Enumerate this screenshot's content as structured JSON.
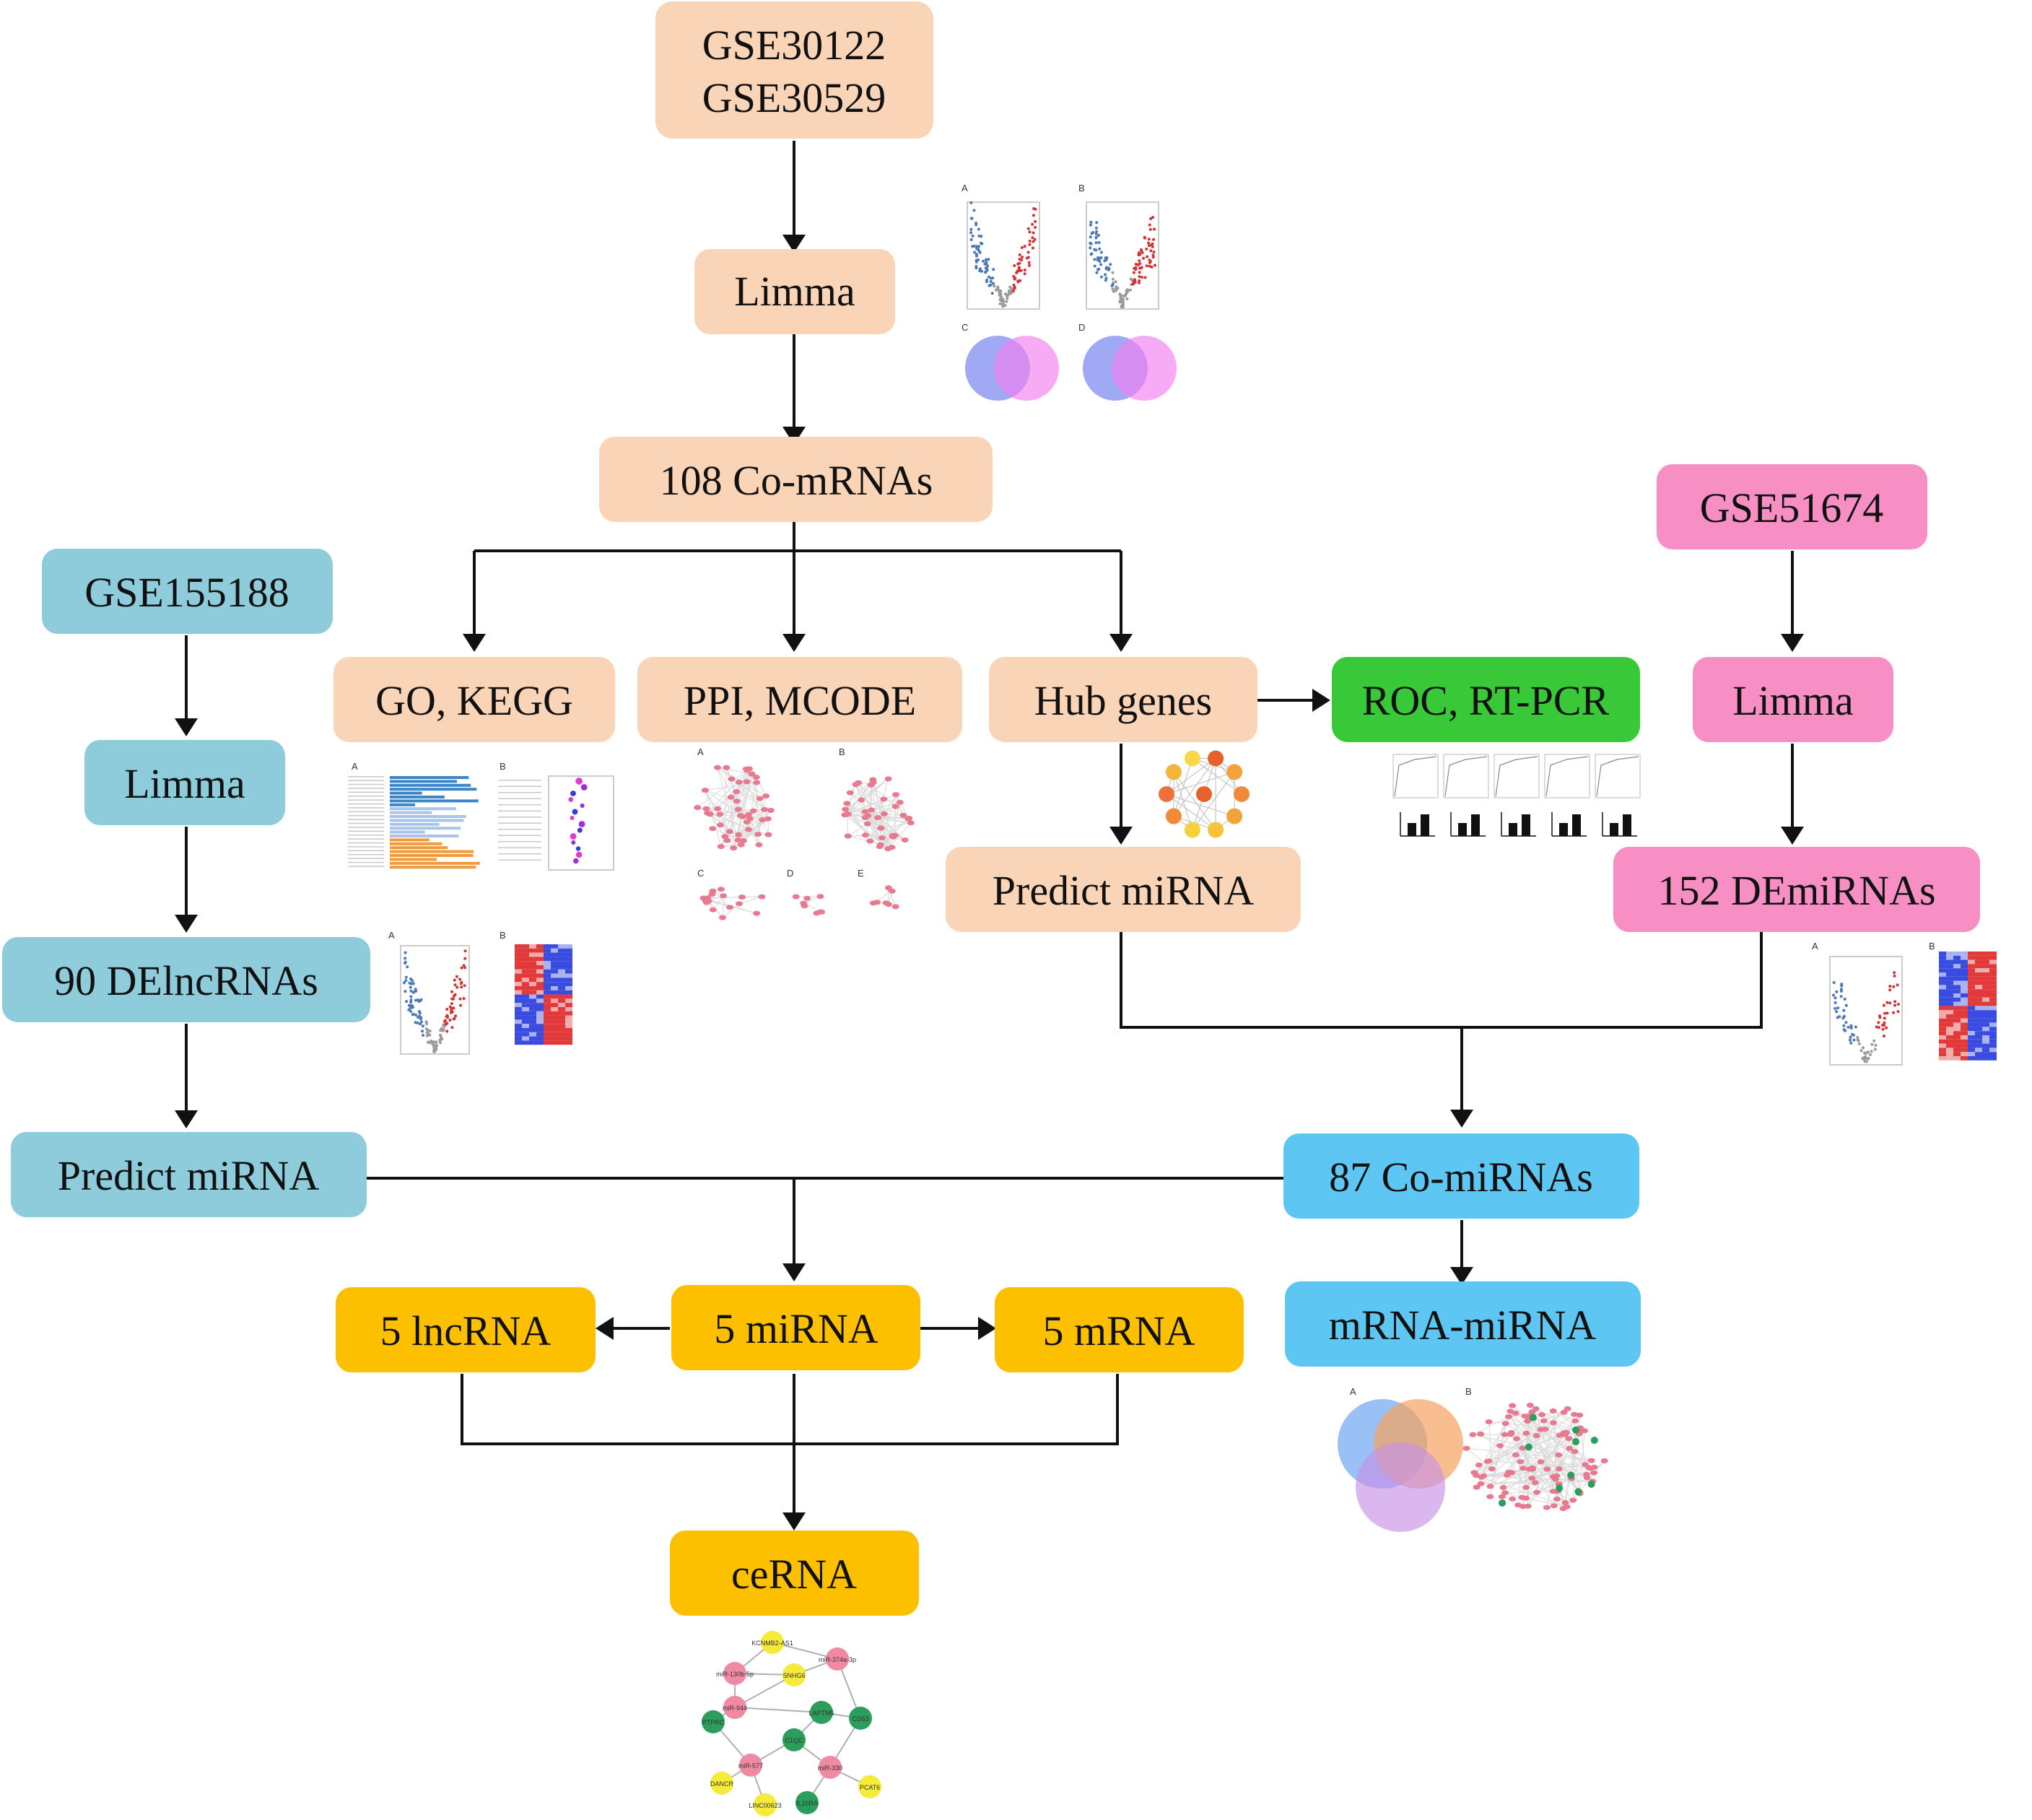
{
  "colors": {
    "peach": "#F9D4B7",
    "pink": "#F78EC4",
    "teal": "#8ECCDC",
    "sky": "#5EC6F2",
    "green": "#39C938",
    "gold": "#FDC000",
    "line": "#111111"
  },
  "nodes": {
    "gse30122": "GSE30122",
    "gse30529": "GSE30529",
    "limma_main": "Limma",
    "co_mrnas": "108 Co-mRNAs",
    "go_kegg": "GO, KEGG",
    "ppi_mcode": "PPI, MCODE",
    "hub_genes": "Hub genes",
    "roc_rtpcr": "ROC, RT-PCR",
    "predict_mirna_mrna": "Predict miRNA",
    "gse51674": "GSE51674",
    "limma_mirna": "Limma",
    "de_mirnas": "152 DEmiRNAs",
    "gse155188": "GSE155188",
    "limma_lnc": "Limma",
    "de_lncrnas": "90 DElncRNAs",
    "predict_mirna_lnc": "Predict miRNA",
    "co_mirnas": "87 Co-miRNAs",
    "mrna_mirna": "mRNA-miRNA",
    "lncrna5": "5 lncRNA",
    "mirna5": "5 miRNA",
    "mrna5": "5 mRNA",
    "cerna": "ceRNA"
  },
  "thumbnail_panels": {
    "volcano_venn": [
      "A",
      "B",
      "C",
      "D"
    ],
    "enrichment": [
      "A",
      "B"
    ],
    "ppi": [
      "A",
      "B",
      "C",
      "D",
      "E"
    ],
    "lnc_volcano_heatmap": [
      "A",
      "B"
    ],
    "mirna_volcano_heatmap": [
      "A",
      "B"
    ],
    "venn_network": [
      "A",
      "B"
    ]
  },
  "cerna_network_labels": [
    "KCNMB2-AS1",
    "miR-374a-3p",
    "miR-130b-5p",
    "SNHG6",
    "miR-944",
    "LAPTM5",
    "CD53",
    "PTPRC",
    "C1QC",
    "miR-577",
    "miR-330",
    "DANCR",
    "PCAT6",
    "LINC00623",
    "IL10RA"
  ]
}
